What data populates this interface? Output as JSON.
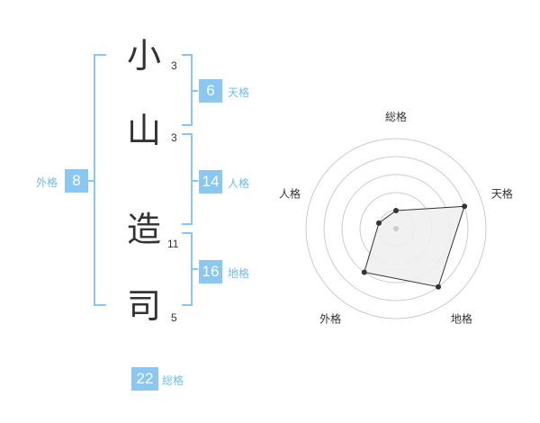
{
  "name": {
    "characters": [
      {
        "char": "小",
        "strokes": "3"
      },
      {
        "char": "山",
        "strokes": "3"
      },
      {
        "char": "造",
        "strokes": "11"
      },
      {
        "char": "司",
        "strokes": "5"
      }
    ]
  },
  "grades": {
    "tenkaku": {
      "value": "6",
      "label": "天格"
    },
    "jinkaku": {
      "value": "14",
      "label": "人格"
    },
    "chikaku": {
      "value": "16",
      "label": "地格"
    },
    "gaikaku": {
      "value": "8",
      "label": "外格"
    },
    "soukaku": {
      "value": "22",
      "label": "総格"
    }
  },
  "colors": {
    "accent": "#8ac8f2",
    "accent_text": "#6fbcec",
    "radar_fill": "#f0f0f0",
    "radar_line": "#333333"
  },
  "radar": {
    "axes": [
      "総格",
      "天格",
      "地格",
      "外格",
      "人格"
    ],
    "levels": 5,
    "values": [
      1,
      4,
      4,
      3,
      1
    ],
    "max": 5
  }
}
